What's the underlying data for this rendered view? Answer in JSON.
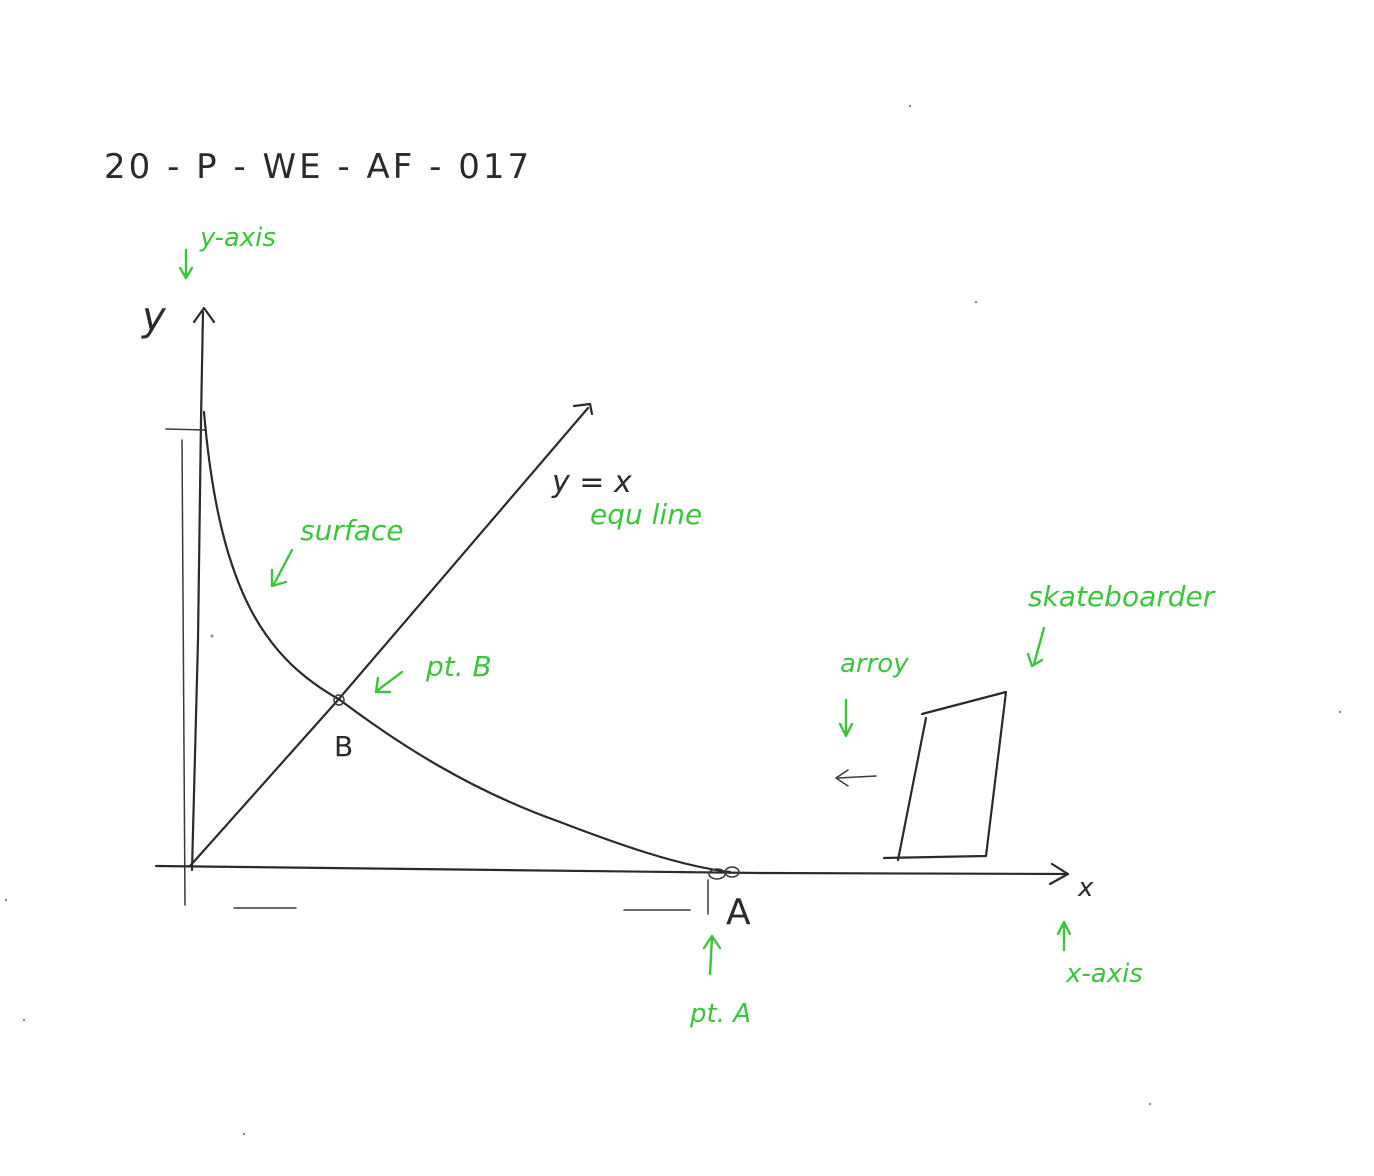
{
  "header": {
    "code": "20 - P - WE - AF - 017"
  },
  "labels": {
    "y_axis_symbol": "y",
    "x_axis_symbol": "x",
    "line_equation": "y = x",
    "point_a_symbol": "A",
    "point_b_symbol": "B"
  },
  "annotations": {
    "y_axis": "y-axis",
    "x_axis": "x-axis",
    "surface": "surface",
    "equ_line": "equ line",
    "pt_a": "pt. A",
    "pt_b": "pt. B",
    "arrow": "arroy",
    "skateboarder": "skateboarder"
  },
  "colors": {
    "ink": "#2a2a2a",
    "annotation": "#3cc43c",
    "paper": "#ffffff"
  }
}
